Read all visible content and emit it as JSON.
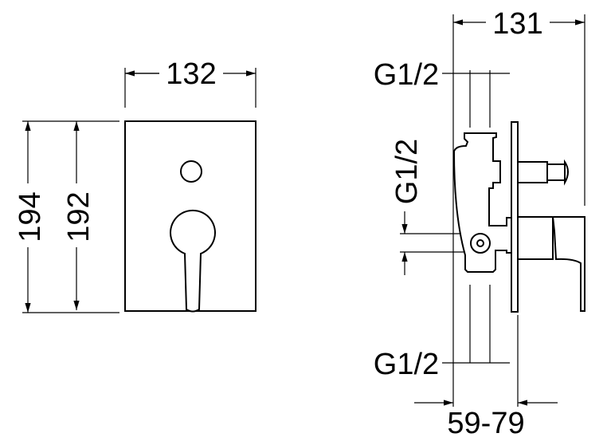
{
  "front_view": {
    "width_label": "132",
    "height_outer_label": "194",
    "height_inner_label": "192"
  },
  "side_view": {
    "depth_label": "131",
    "inlet_top_label": "G1/2",
    "outlet_side_label": "G1/2",
    "inlet_bottom_label": "G1/2",
    "install_depth_label": "59-79"
  }
}
